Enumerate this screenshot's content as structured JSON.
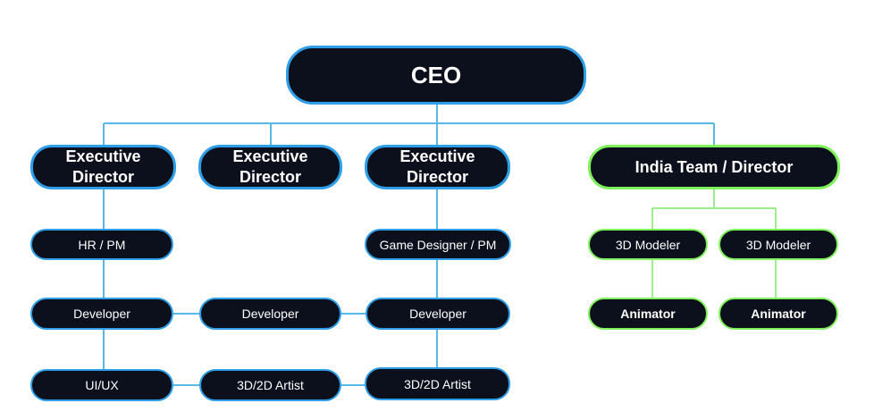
{
  "nodes": {
    "ceo": "CEO",
    "exec_1": "Executive Director",
    "exec_2": "Executive Director",
    "exec_3": "Executive Director",
    "india": "India Team / Director",
    "hr_pm": "HR / PM",
    "game_designer_pm": "Game Designer / PM",
    "modeler_1": "3D Modeler",
    "modeler_2": "3D Modeler",
    "developer_1": "Developer",
    "developer_2": "Developer",
    "developer_3": "Developer",
    "animator_1": "Animator",
    "animator_2": "Animator",
    "uiux": "UI/UX",
    "artist_1": "3D/2D Artist",
    "artist_2": "3D/2D Artist"
  },
  "colors": {
    "node_fill": "#0c101c",
    "node_text": "#ffffff",
    "main_border": "#2f9ee8",
    "main_connector": "#59b8e6",
    "india_border": "#7ef25b",
    "india_connector": "#9cf08a"
  }
}
